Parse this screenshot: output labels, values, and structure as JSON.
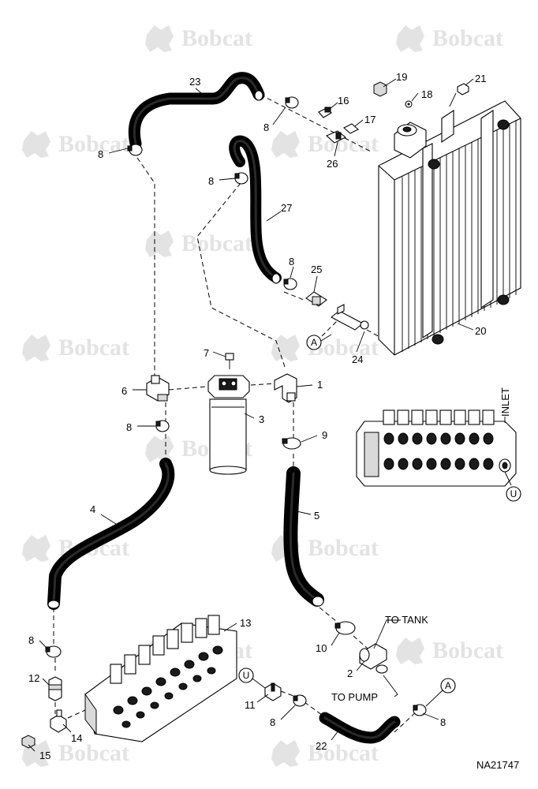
{
  "watermark": "Bobcat",
  "drawing_number": "NA21747",
  "labels": {
    "to_tank": "TO TANK",
    "to_pump": "TO PUMP",
    "inlet": "INLET",
    "connector_a": "A",
    "connector_u": "U"
  },
  "callouts": [
    "1",
    "2",
    "3",
    "4",
    "5",
    "6",
    "7",
    "8",
    "9",
    "10",
    "11",
    "12",
    "13",
    "14",
    "15",
    "16",
    "17",
    "18",
    "19",
    "20",
    "21",
    "22",
    "23",
    "24",
    "25",
    "26",
    "27"
  ]
}
